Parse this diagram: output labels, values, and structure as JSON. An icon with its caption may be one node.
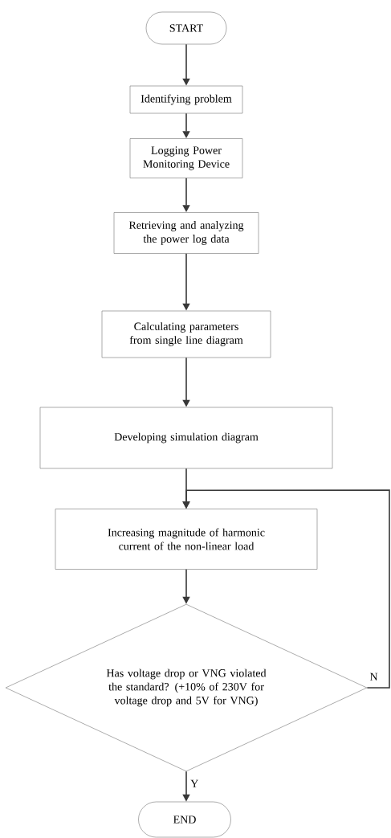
{
  "diagram": {
    "nodes": [
      {
        "text": [
          "START"
        ]
      },
      {
        "text": [
          "Identifying problem"
        ]
      },
      {
        "text": [
          "Logging Power Monitoring Device"
        ]
      },
      {
        "text": [
          "Retrieving and analyzing the power log data"
        ]
      },
      {
        "text": [
          "Calculating parameters from single line diagram"
        ]
      },
      {
        "text": [
          "Developing simulation diagram"
        ]
      },
      {
        "text": [
          "Increasing magnitude of harmonic current of the non-linear load"
        ]
      },
      {
        "text": [
          "Has voltage drop or VNG violated the standard? (+10% of 230V  for voltage drop and 5V for VNG)"
        ]
      },
      {
        "text": [
          "END"
        ]
      }
    ],
    "edges": [
      {
        "from": 0,
        "to": 1,
        "arrow": "to"
      },
      {
        "from": 1,
        "to": 2,
        "arrow": "to"
      },
      {
        "from": 2,
        "to": 3,
        "arrow": "to"
      },
      {
        "from": 3,
        "to": 4,
        "arrow": "to"
      },
      {
        "from": 4,
        "to": 5,
        "arrow": "to"
      },
      {
        "from": 5,
        "to": 6,
        "arrow": "to"
      },
      {
        "from": 6,
        "to": 7,
        "arrow": "to"
      },
      {
        "from": 7,
        "to": 8,
        "arrow": "to",
        "label": "Y"
      },
      {
        "from": 7,
        "to": 6,
        "arrow": "to",
        "label": "N"
      }
    ]
  }
}
